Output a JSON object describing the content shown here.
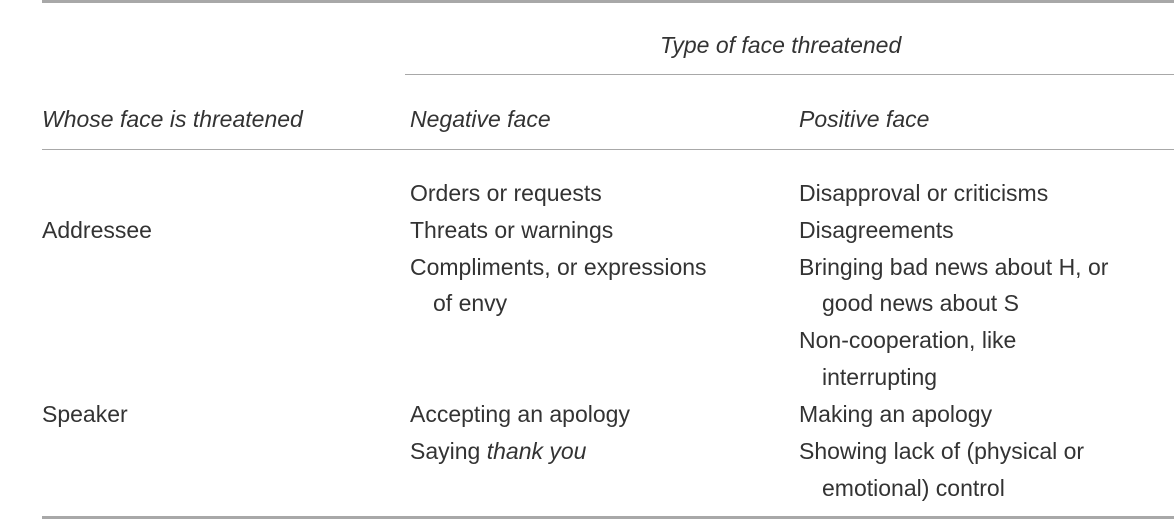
{
  "table": {
    "spanner_header": "Type of face threatened",
    "col_headers": {
      "whose": "Whose face is threatened",
      "negative": "Negative face",
      "positive": "Positive face"
    },
    "rows": {
      "addressee": {
        "label": "Addressee",
        "negative": [
          "Orders or requests",
          "Threats or warnings",
          "Compliments, or expressions",
          "of envy"
        ],
        "positive": [
          "Disapproval or criticisms",
          "Disagreements",
          "Bringing bad news about H, or",
          "good news about S",
          "Non-cooperation, like",
          "interrupting"
        ]
      },
      "speaker": {
        "label": "Speaker",
        "negative": {
          "item1": "Accepting an apology",
          "item2_prefix": "Saying ",
          "item2_italic": "thank you"
        },
        "positive": [
          "Making an apology",
          "Showing lack of (physical or",
          "emotional) control"
        ]
      }
    }
  }
}
